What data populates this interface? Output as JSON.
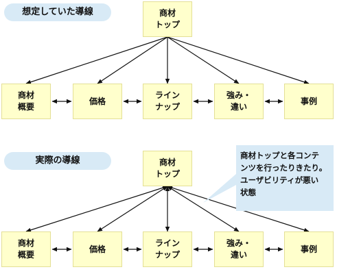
{
  "colors": {
    "pill": "#d8eaf6",
    "box": "#ffffcc",
    "box_border": "#e3df95",
    "callout": "#d8eaf6",
    "arrow": "#111111"
  },
  "top_section": {
    "label": "想定していた導線",
    "hub": {
      "line1": "商材",
      "line2": "トップ"
    },
    "nodes": [
      {
        "line1": "商材",
        "line2": "概要"
      },
      {
        "line1": "価格",
        "line2": ""
      },
      {
        "line1": "ライン",
        "line2": "ナップ"
      },
      {
        "line1": "強み・",
        "line2": "違い"
      },
      {
        "line1": "事例",
        "line2": ""
      }
    ]
  },
  "bottom_section": {
    "label": "実際の導線",
    "hub": {
      "line1": "商材",
      "line2": "トップ"
    },
    "nodes": [
      {
        "line1": "商材",
        "line2": "概要"
      },
      {
        "line1": "価格",
        "line2": ""
      },
      {
        "line1": "ライン",
        "line2": "ナップ"
      },
      {
        "line1": "強み・",
        "line2": "違い"
      },
      {
        "line1": "事例",
        "line2": ""
      }
    ],
    "callout": {
      "lines": [
        "商材トップと各コンテ",
        "ンツを行ったりきたり。",
        "ユーザビリティが悪い",
        "状態"
      ]
    }
  }
}
